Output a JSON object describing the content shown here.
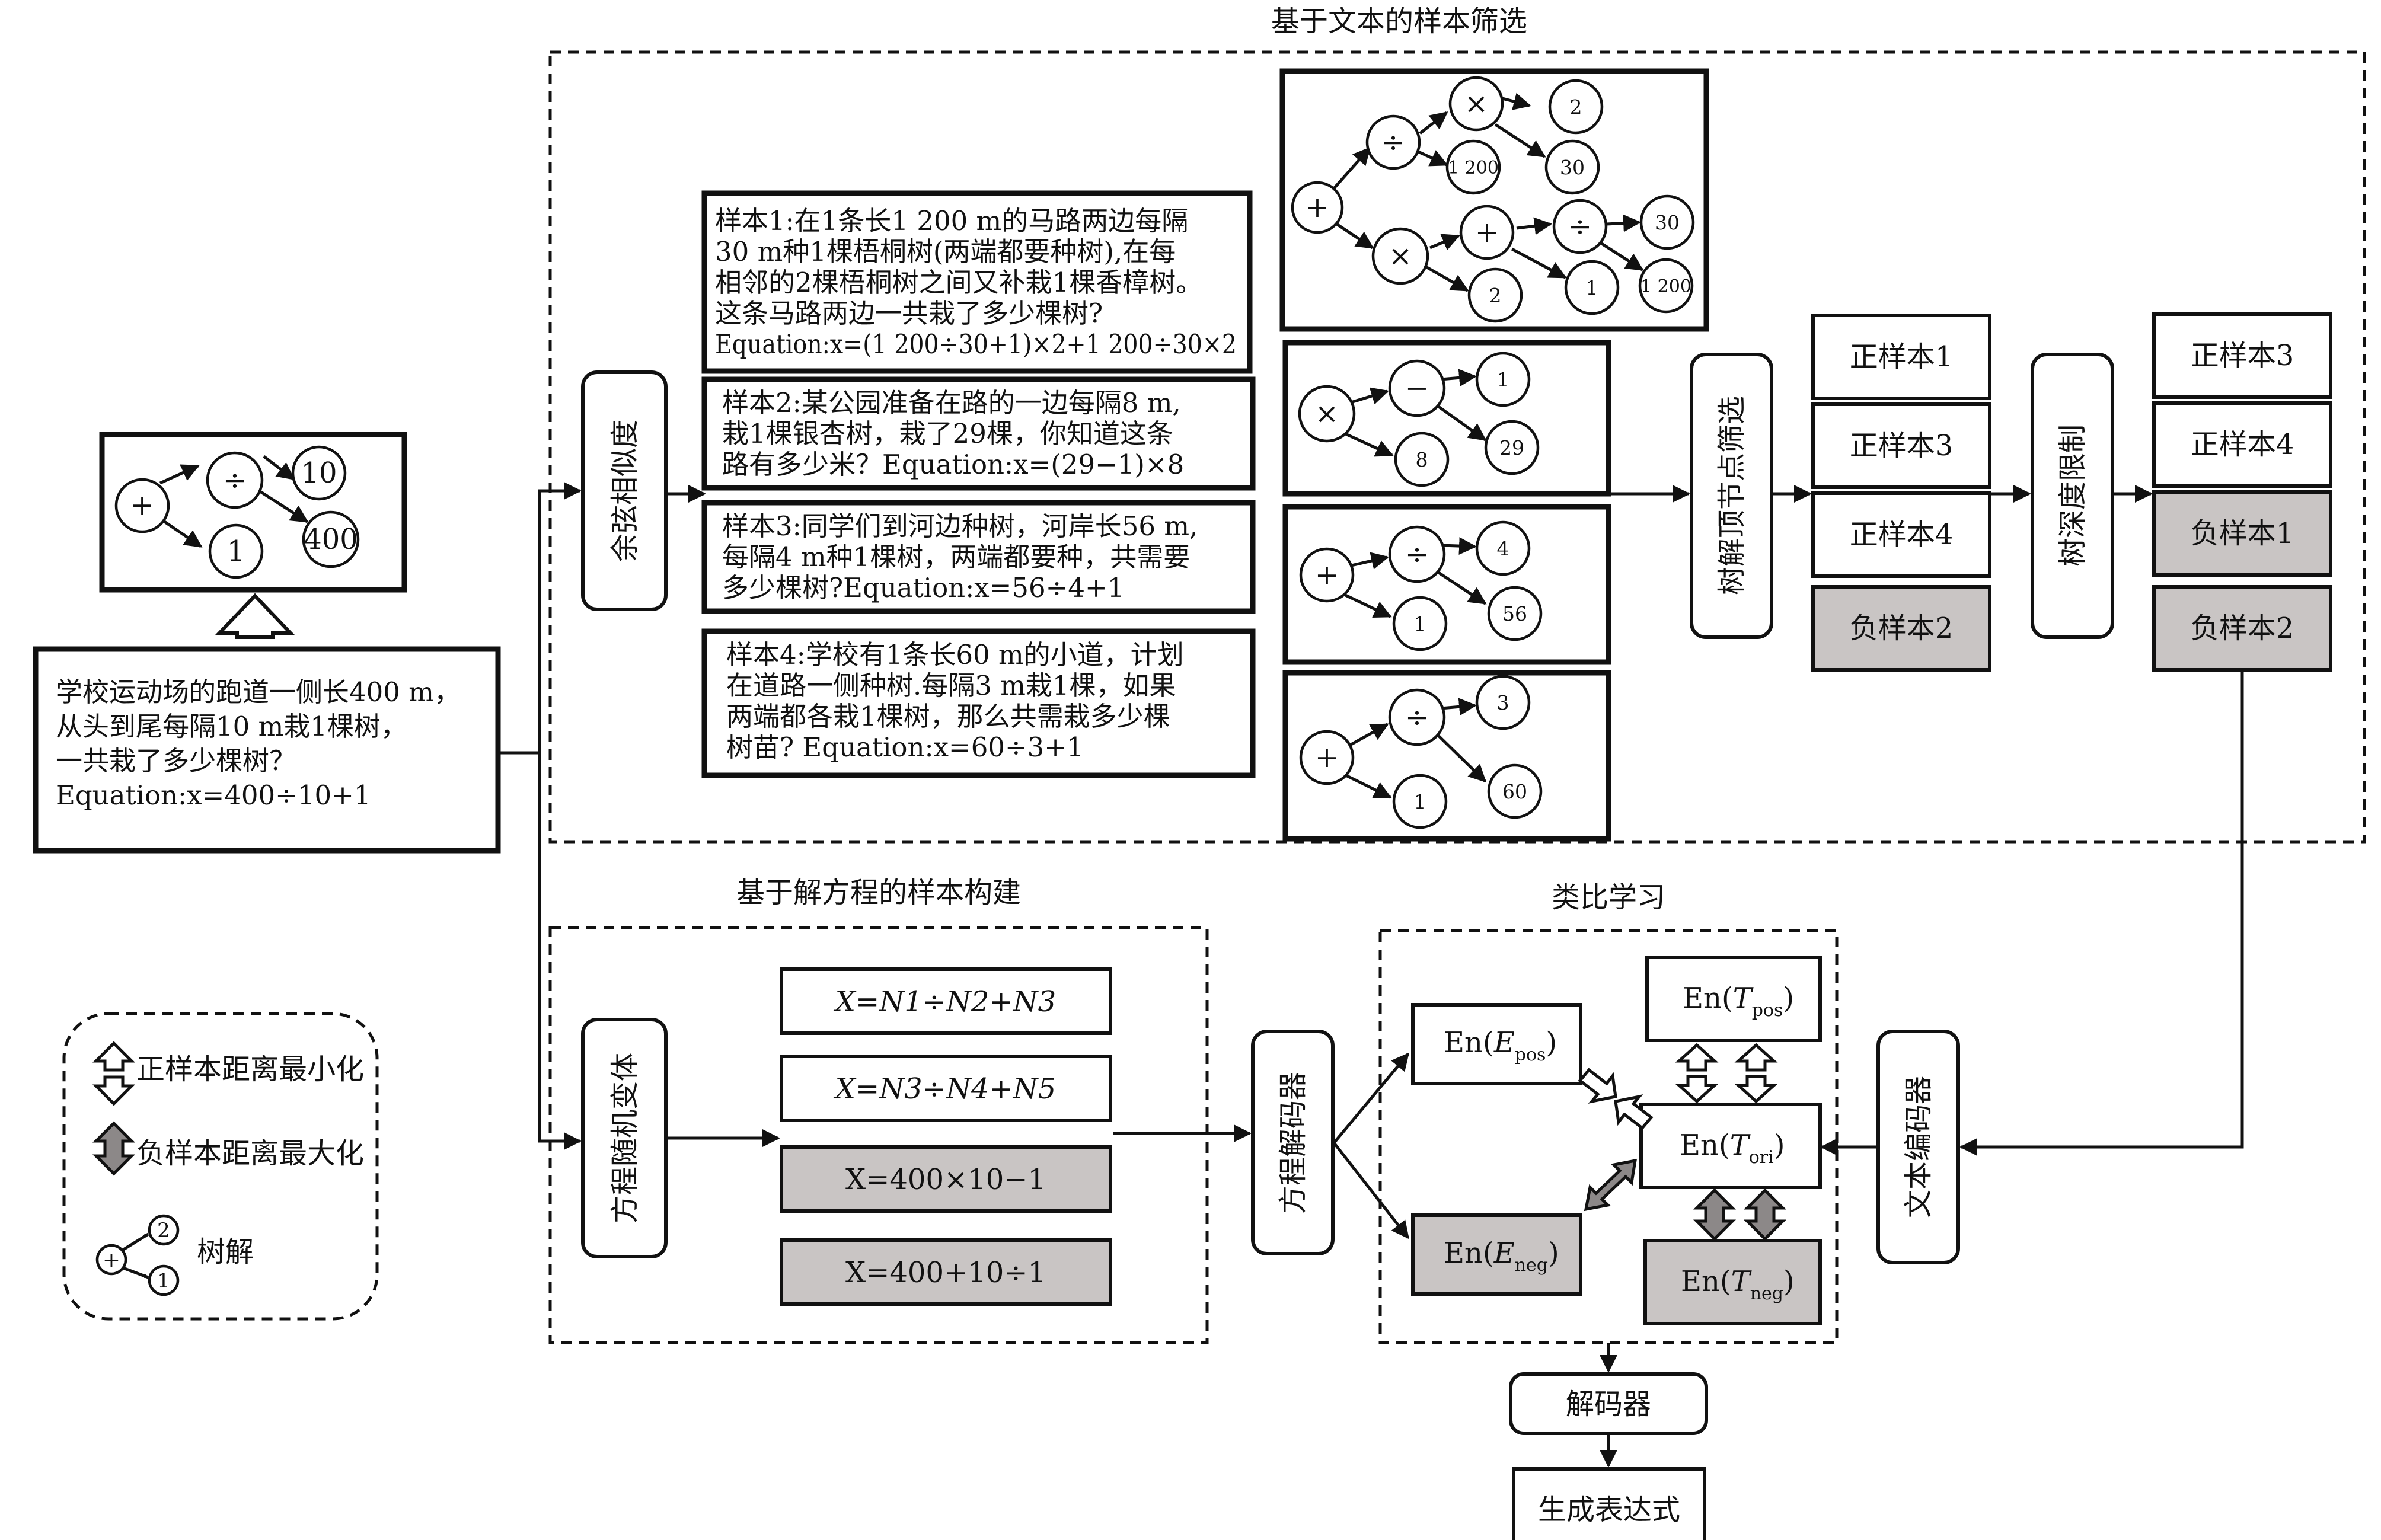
{
  "colors": {
    "ink": "#111111",
    "shade": "#c9c5c4",
    "paper": "#ffffff"
  },
  "groups": {
    "text_screening": "基于文本的样本筛选",
    "equation_construction": "基于解方程的样本构建",
    "analogy_learning": "类比学习"
  },
  "input_problem": {
    "lines": [
      "学校运动场的跑道一侧长400 m，",
      "从头到尾每隔10 m栽1棵树，",
      "一共栽了多少棵树？",
      "Equation:x=400÷10+1"
    ]
  },
  "input_tree": {
    "ops": [
      "+",
      "÷"
    ],
    "nums": [
      "10",
      "1",
      "400"
    ]
  },
  "samples": [
    {
      "lines": [
        "样本1:在1条长1 200 m的马路两边每隔",
        "30 m种1棵梧桐树(两端都要种树),在每",
        "相邻的2棵梧桐树之间又补栽1棵香樟树。",
        "这条马路两边一共栽了多少棵树?",
        "Equation:x=(1 200÷30+1)×2+1 200÷30×2"
      ]
    },
    {
      "lines": [
        "样本2:某公园准备在路的一边每隔8 m,",
        "栽1棵银杏树，栽了29棵，你知道这条",
        "路有多少米？Equation:x=(29−1)×8"
      ]
    },
    {
      "lines": [
        "样本3:同学们到河边种树，河岸长56 m,",
        "每隔4 m种1棵树，两端都要种，共需要",
        "多少棵树?Equation:x=56÷4+1"
      ]
    },
    {
      "lines": [
        "样本4:学校有1条长60 m的小道，计划",
        "在道路一侧种树.每隔3 m栽1棵，如果",
        "两端都各栽1棵树，那么共需栽多少棵",
        "树苗? Equation:x=60÷3+1"
      ]
    }
  ],
  "sample_trees": [
    {
      "ops": [
        "+",
        "÷",
        "×",
        "×",
        "+",
        "÷"
      ],
      "nums": [
        "2",
        "1 200",
        "30",
        "2",
        "1",
        "30",
        "1 200"
      ]
    },
    {
      "ops": [
        "×",
        "−"
      ],
      "nums": [
        "8",
        "1",
        "29"
      ]
    },
    {
      "ops": [
        "+",
        "÷"
      ],
      "nums": [
        "1",
        "4",
        "56"
      ]
    },
    {
      "ops": [
        "+",
        "÷"
      ],
      "nums": [
        "1",
        "3",
        "60"
      ]
    }
  ],
  "cosine_similarity": "余弦相似度",
  "tree_root_filter": "树解顶节点筛选",
  "tree_depth_limit": "树深度限制",
  "filtered_list": [
    "正样本1",
    "正样本3",
    "正样本4",
    "负样本2"
  ],
  "final_list": [
    "正样本3",
    "正样本4",
    "负样本1",
    "负样本2"
  ],
  "text_encoder": "文本编码器",
  "random_variant": "方程随机变体",
  "variants": [
    "X=N1÷N2+N3",
    "X=N3÷N4+N5",
    "X=400×10−1",
    "X=400+10÷1"
  ],
  "equation_decoder": "方程解码器",
  "analogy": {
    "en": "En(",
    "close": ")",
    "e_pos": {
      "var": "E",
      "sub": "pos"
    },
    "e_neg": {
      "var": "E",
      "sub": "neg"
    },
    "t_pos": {
      "var": "T",
      "sub": "pos"
    },
    "t_ori": {
      "var": "T",
      "sub": "ori"
    },
    "t_neg": {
      "var": "T",
      "sub": "neg"
    }
  },
  "decoder": "解码器",
  "output_expression": "生成表达式",
  "legend": {
    "minimize": "正样本距离最小化",
    "maximize": "负样本距离最大化",
    "tree": "树解",
    "tree_example": {
      "op": "+",
      "nums": [
        "2",
        "1"
      ]
    }
  }
}
